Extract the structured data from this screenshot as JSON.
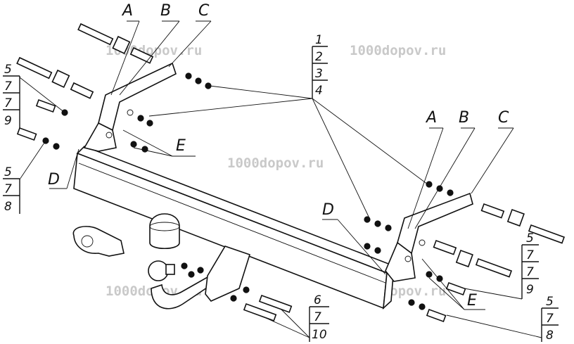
{
  "labels": {
    "top_A": "A",
    "top_B": "B",
    "top_C": "C",
    "right_A": "A",
    "right_B": "B",
    "right_C": "C",
    "left_D": "D",
    "right_D": "D",
    "left_E": "E",
    "right_E": "E"
  },
  "stacks": {
    "top_center": [
      "1",
      "2",
      "3",
      "4"
    ],
    "left_upper": [
      "5",
      "7",
      "7",
      "9"
    ],
    "left_lower": [
      "5",
      "7",
      "8"
    ],
    "right_upper": [
      "5",
      "7",
      "7",
      "9"
    ],
    "right_lower": [
      "5",
      "7",
      "8"
    ],
    "bottom_center": [
      "6",
      "7",
      "10"
    ]
  },
  "watermark": "1000dopov.ru",
  "colors": {
    "ink": "#111111",
    "watermark": "#c9c9c9",
    "background": "#ffffff"
  }
}
